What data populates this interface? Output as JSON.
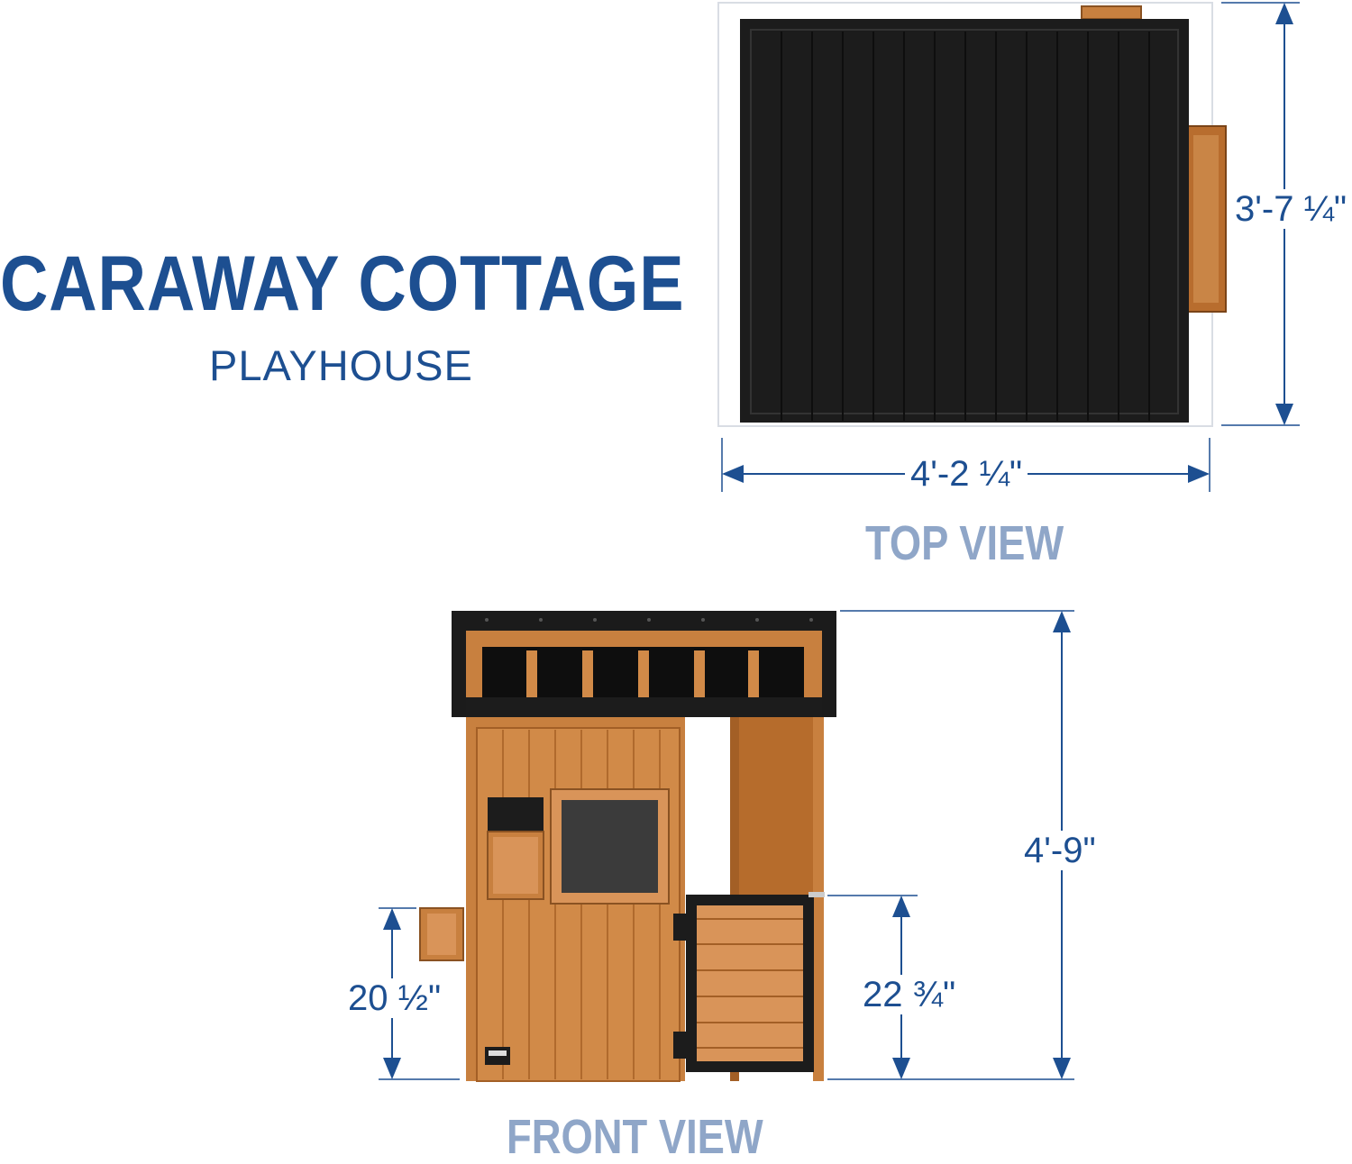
{
  "title": "CARAWAY COTTAGE",
  "subtitle": "PLAYHOUSE",
  "top_view": {
    "label": "TOP VIEW",
    "width_dim": "4'-2 ¼\"",
    "depth_dim": "3'-7 ¼\""
  },
  "front_view": {
    "label": "FRONT VIEW",
    "height_dim": "4'-9\"",
    "door_height_dim": "22 ¾\"",
    "planter_height_dim": "20 ½\""
  },
  "colors": {
    "brand_blue": "#1d4f91",
    "label_blue": "#8fa6c8",
    "roof_black": "#1b1b1b",
    "wood": "#c8803f"
  }
}
